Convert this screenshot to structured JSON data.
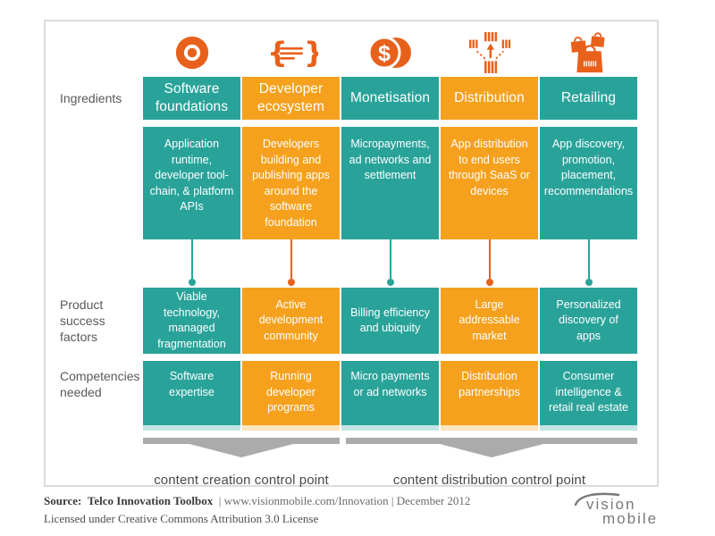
{
  "diagram": {
    "row_labels": {
      "ingredients": "Ingredients",
      "success_factors": "Product success factors",
      "competencies": "Competencies needed"
    },
    "columns": [
      {
        "icon": "target-icon",
        "color": "teal",
        "header": "Software foundations",
        "ingredient": "Application runtime, developer tool-chain, & platform APIs",
        "success_factor": "Viable technology, managed fragmentation",
        "competency": "Software expertise"
      },
      {
        "icon": "code-braces-icon",
        "color": "orange",
        "header": "Developer ecosystem",
        "ingredient": "Developers building and publishing apps around the software foundation",
        "success_factor": "Active development community",
        "competency": "Running developer programs"
      },
      {
        "icon": "dollar-coins-icon",
        "color": "teal",
        "header": "Monetisation",
        "ingredient": "Micropayments, ad networks and settlement",
        "success_factor": "Billing efficiency and ubiquity",
        "competency": "Micro payments or ad networks"
      },
      {
        "icon": "distribution-icon",
        "color": "orange",
        "header": "Distribution",
        "ingredient": "App distribution to end users through SaaS or devices",
        "success_factor": "Large addressable market",
        "competency": "Distribution partnerships"
      },
      {
        "icon": "shopping-bags-icon",
        "color": "teal",
        "header": "Retailing",
        "ingredient": "App discovery, promotion, placement, recommendations",
        "success_factor": "Personalized discovery of apps",
        "competency": "Consumer intelligence & retail real estate"
      }
    ],
    "control_points": {
      "creation": "content creation control point",
      "distribution": "content distribution control point"
    }
  },
  "footer": {
    "source_label": "Source:",
    "source_title": "Telco Innovation Toolbox",
    "source_meta": "| www.visionmobile.com/Innovation | December 2012",
    "license": "Licensed under Creative Commons Attribution 3.0 License"
  },
  "logo": {
    "line1": "vision",
    "line2": "mobile"
  },
  "colors": {
    "teal": "#29A39A",
    "orange": "#F5A11E",
    "icon_orange": "#E8611C",
    "connector_teal": "#29A39A",
    "connector_red": "#E8611C",
    "arrow_gray": "#ABABAB",
    "label_gray": "#58595B"
  }
}
